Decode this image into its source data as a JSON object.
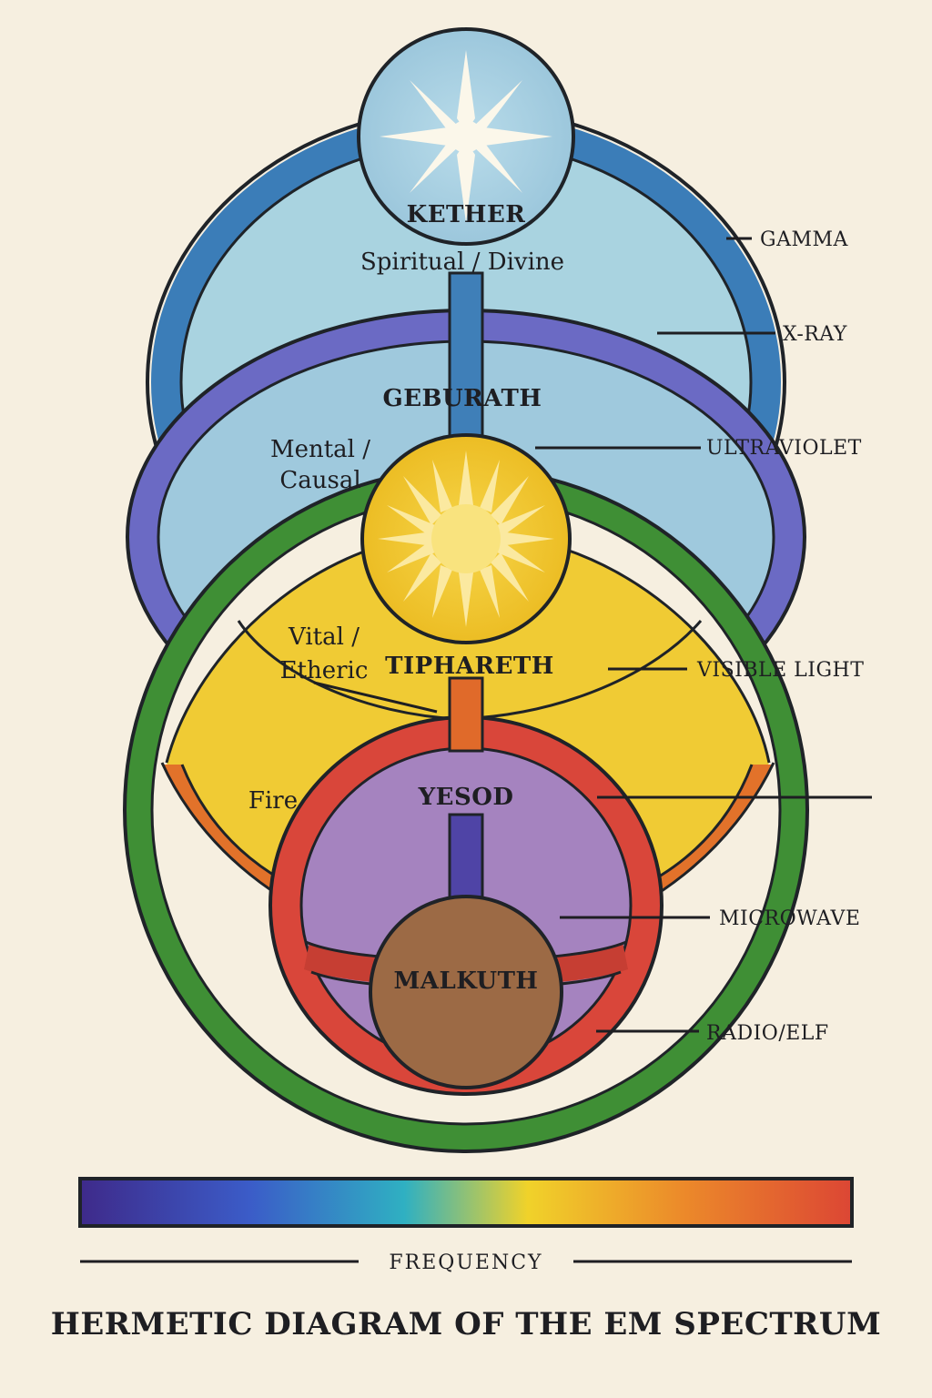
{
  "title": "HERMETIC DIAGRAM OF THE EM SPECTRUM",
  "axis_label": "FREQUENCY",
  "sephiroth": {
    "kether": "KETHER",
    "geburath": "GEBURATH",
    "tiphareth": "TIPHARETH",
    "yesod": "YESOD",
    "malkuth": "MALKUTH"
  },
  "planes": {
    "spiritual": "Spiritual / Divine",
    "mental_line1": "Mental /",
    "mental_line2": "Causal",
    "vital_line1": "Vital /",
    "vital_line2": "Etheric",
    "fire": "Fire"
  },
  "bands": {
    "gamma": "GAMMA",
    "xray": "X-RAY",
    "ultraviolet": "ULTRAVIOLET",
    "visible": "VISIBLE LIGHT",
    "infrared": "",
    "microwave": "MICROWAVE",
    "radio": "RADIO/ELF"
  },
  "colors": {
    "background": "#f6efe0",
    "spiritual_fill": "#a9d3e0",
    "mental_fill": "#9fc9dd",
    "gamma_ring": "#3b7db8",
    "uv_ring": "#6b6ac4",
    "green_ring": "#3f8f35",
    "yellow_fill": "#f0cb34",
    "orange_band": "#e2722a",
    "red_ring": "#d9463a",
    "purple_fill": "#a583bf",
    "malkuth_fill": "#9c6a45",
    "pillar_upper": "#3f7fb8",
    "pillar_orange": "#e06a2a",
    "pillar_violet": "#4f44a6"
  },
  "spectrum_gradient": [
    "#3e2a8a",
    "#3b5cc8",
    "#2fb0c2",
    "#f0d22a",
    "#ec8a2a",
    "#dc4634"
  ]
}
